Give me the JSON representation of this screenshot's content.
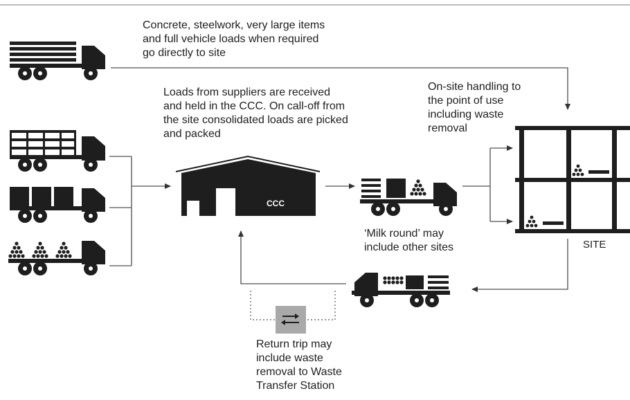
{
  "labels": {
    "direct": "Concrete, steelwork, very large items\nand full vehicle loads when required\ngo directly to site",
    "ccc_note": "Loads from suppliers are received\nand held in the CCC. On call-off from\nthe site consolidated loads are picked\nand packed",
    "onsite": "On-site handling to\nthe point of use\nincluding waste\nremoval",
    "milk_round": "‘Milk round’ may\ninclude other sites",
    "site": "SITE",
    "return_trip": "Return trip may\ninclude waste\nremoval to Waste\nTransfer Station",
    "ccc": "CCC"
  },
  "colors": {
    "ink": "#1e1e1e",
    "line": "#6e6e6e",
    "rule": "#bdbdbd",
    "transfer": "#a9a9a9"
  },
  "icons": [
    "lorry-icon",
    "warehouse-icon",
    "building-icon",
    "transfer-arrows-icon"
  ]
}
